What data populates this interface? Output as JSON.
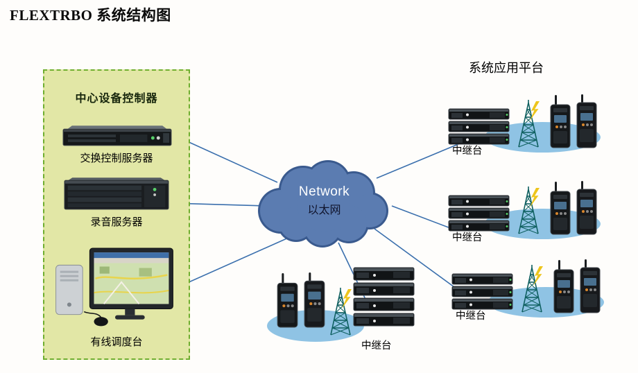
{
  "page": {
    "title": "FLEXTRBO 系统结构图",
    "platform_label": "系统应用平台"
  },
  "controller_box": {
    "title": "中心设备控制器",
    "devices": [
      {
        "name": "switch-control-server",
        "label": "交换控制服务器"
      },
      {
        "name": "recording-server",
        "label": "录音服务器"
      },
      {
        "name": "wired-dispatch-console",
        "label": "有线调度台"
      }
    ]
  },
  "cloud": {
    "title": "Network",
    "subtitle": "以太网"
  },
  "sites": [
    {
      "id": "right-top",
      "label": "中继台"
    },
    {
      "id": "right-middle",
      "label": "中继台"
    },
    {
      "id": "right-bottom",
      "label": "中继台"
    },
    {
      "id": "bottom-center",
      "label": "中继台"
    }
  ],
  "colors": {
    "box_fill": "#e2e7a6",
    "box_border": "#6fae2f",
    "line": "#3a6fad",
    "cloud_fill": "#5b7cb1",
    "cloud_outline": "#3a5a8e",
    "ellipse_fill": "#8fc3e4",
    "tower": "#0e5f5f",
    "lightning": "#edc51c"
  }
}
